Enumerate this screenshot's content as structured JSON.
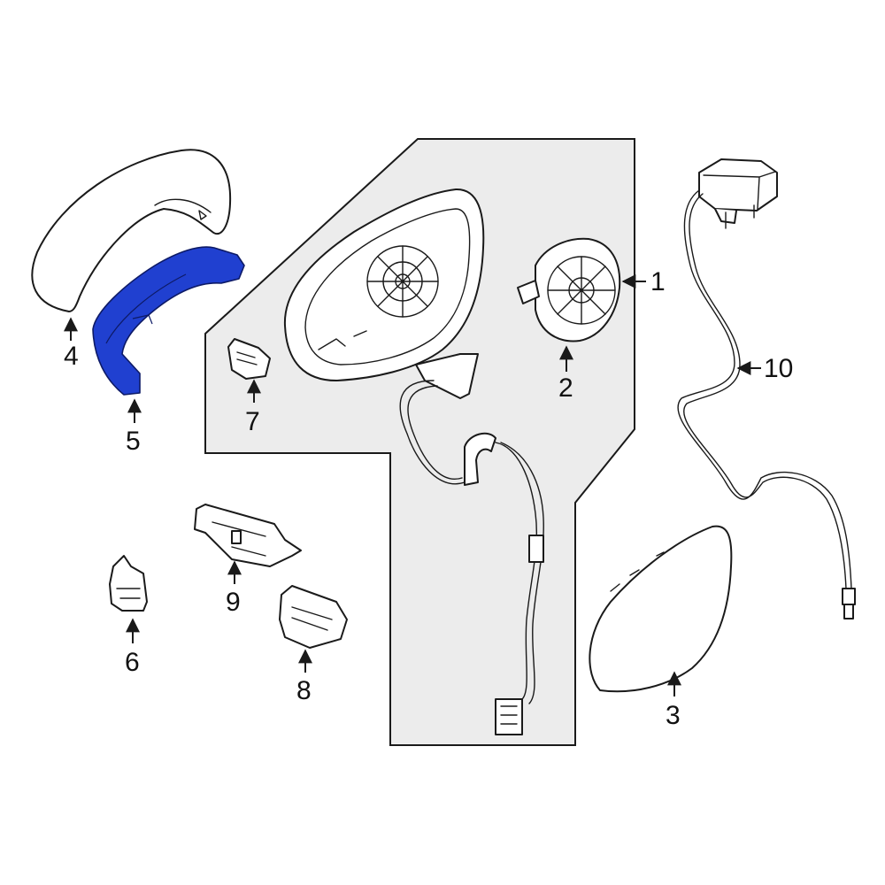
{
  "colors": {
    "panel": "#ececec",
    "highlight": "#2040d0",
    "line": "#1a1a1a"
  },
  "callouts": {
    "c1": "1",
    "c2": "2",
    "c3": "3",
    "c4": "4",
    "c5": "5",
    "c6": "6",
    "c7": "7",
    "c8": "8",
    "c9": "9",
    "c10": "10"
  }
}
